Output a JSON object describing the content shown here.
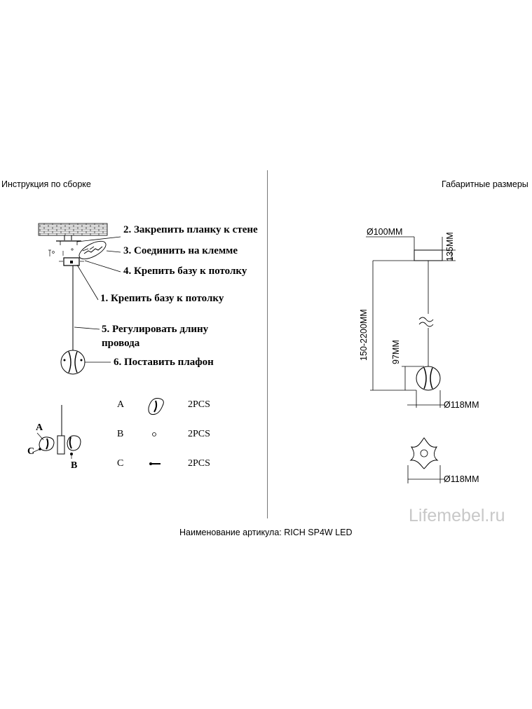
{
  "headings": {
    "left": "Инструкция по сборке",
    "right": "Габаритные размеры"
  },
  "steps": [
    "2. Закрепить планку к стене",
    "3. Соединить на клемме",
    "4. Крепить базу к потолку",
    "1. Крепить базу к потолку",
    "5. Регулировать длину",
    "провода",
    "6. Поставить плафон"
  ],
  "parts": [
    {
      "letter": "A",
      "qty": "2PCS"
    },
    {
      "letter": "B",
      "qty": "2PCS"
    },
    {
      "letter": "C",
      "qty": "2PCS"
    }
  ],
  "callouts": {
    "a": "A",
    "b": "B",
    "c": "C"
  },
  "dimensions": {
    "canopy_diameter": "Ø100MM",
    "canopy_height": "135MM",
    "drop_length": "150-2200MM",
    "shade_height": "97MM",
    "shade_diameter_front": "Ø118MM",
    "shade_diameter_top": "Ø118MM"
  },
  "watermark": "Lifemebel.ru",
  "article": "Наименование артикула: RICH SP4W LED",
  "colors": {
    "ink": "#000000",
    "watermark": "#c8c8c8",
    "divider": "#777777"
  }
}
